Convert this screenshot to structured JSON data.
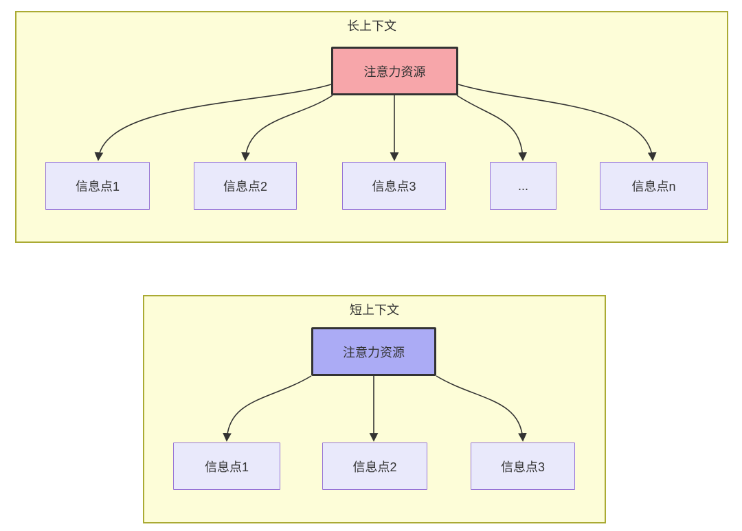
{
  "colors": {
    "container_fill": "#fdfdd8",
    "container_border": "#aaaa33",
    "long_root_fill": "#f7a6aa",
    "short_root_fill": "#ababf5",
    "info_node_fill": "#e9e9fb",
    "info_node_border": "#9673d6",
    "root_node_border": "#333333",
    "arrow_color": "#333333",
    "text_color": "#333333"
  },
  "diagrams": [
    {
      "title": "长上下文",
      "root_label": "注意力资源",
      "children": [
        {
          "label": "信息点1"
        },
        {
          "label": "信息点2"
        },
        {
          "label": "信息点3"
        },
        {
          "label": "..."
        },
        {
          "label": "信息点n"
        }
      ]
    },
    {
      "title": "短上下文",
      "root_label": "注意力资源",
      "children": [
        {
          "label": "信息点1"
        },
        {
          "label": "信息点2"
        },
        {
          "label": "信息点3"
        }
      ]
    }
  ]
}
